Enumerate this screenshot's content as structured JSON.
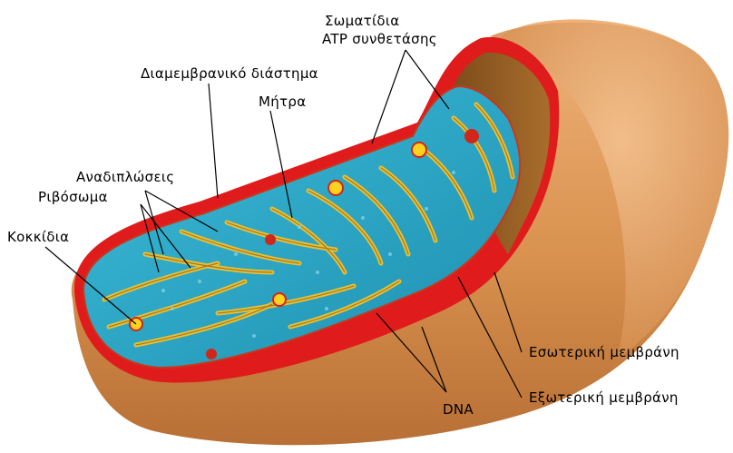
{
  "labels": {
    "atp_synthase_line1": "Σωματίδια",
    "atp_synthase_line2": "ATP συνθετάσης",
    "intermembrane_space": "Διαμεμβρανικό διάστημα",
    "matrix": "Μήτρα",
    "cristae": "Αναδιπλώσεις",
    "ribosomes": "Ριβόσωμα",
    "granules": "Κοκκίδια",
    "inner_membrane": "Εσωτερική μεμβράνη",
    "outer_membrane": "Εξωτερική μεμβράνη",
    "dna": "DNA"
  },
  "colors": {
    "outer_membrane": "#d9924f",
    "outer_shadow": "#b86f35",
    "intermembrane": "#e01b1b",
    "inner_membrane": "#8a5a1f",
    "matrix": "#2ea9c9",
    "cristae": "#e8c033",
    "granule": "#ffd21f",
    "granule_red": "#d0271a",
    "background": "#ffffff"
  }
}
